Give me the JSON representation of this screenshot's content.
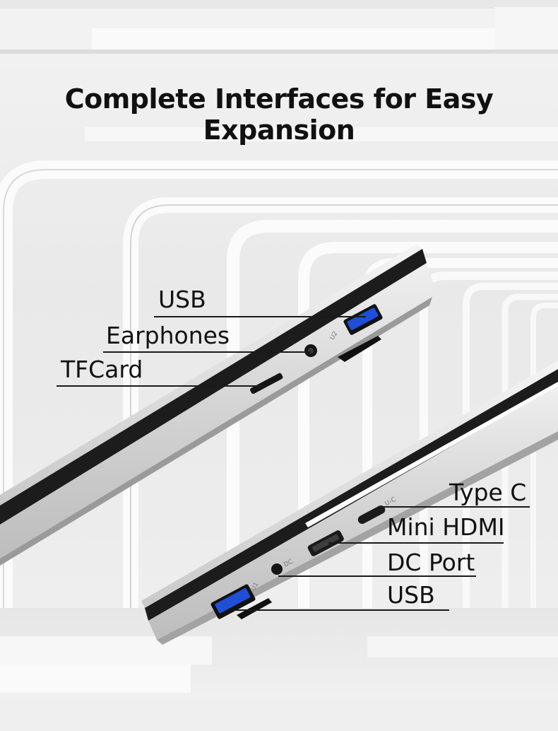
{
  "title": "Complete Interfaces for Easy Expansion",
  "laptop_top": {
    "callouts": [
      "USB",
      "Earphones",
      "TFCard"
    ],
    "port_labels": [
      "U2"
    ]
  },
  "laptop_bottom": {
    "callouts": [
      "Type C",
      "Mini HDMI",
      "DC Port",
      "USB"
    ],
    "port_labels": [
      "U-C",
      "DC",
      "U1"
    ]
  },
  "colors": {
    "usb_blue": "#1f4fd6",
    "background": "#ececec",
    "aluminum": "#d6d6d6",
    "text": "#111111"
  }
}
